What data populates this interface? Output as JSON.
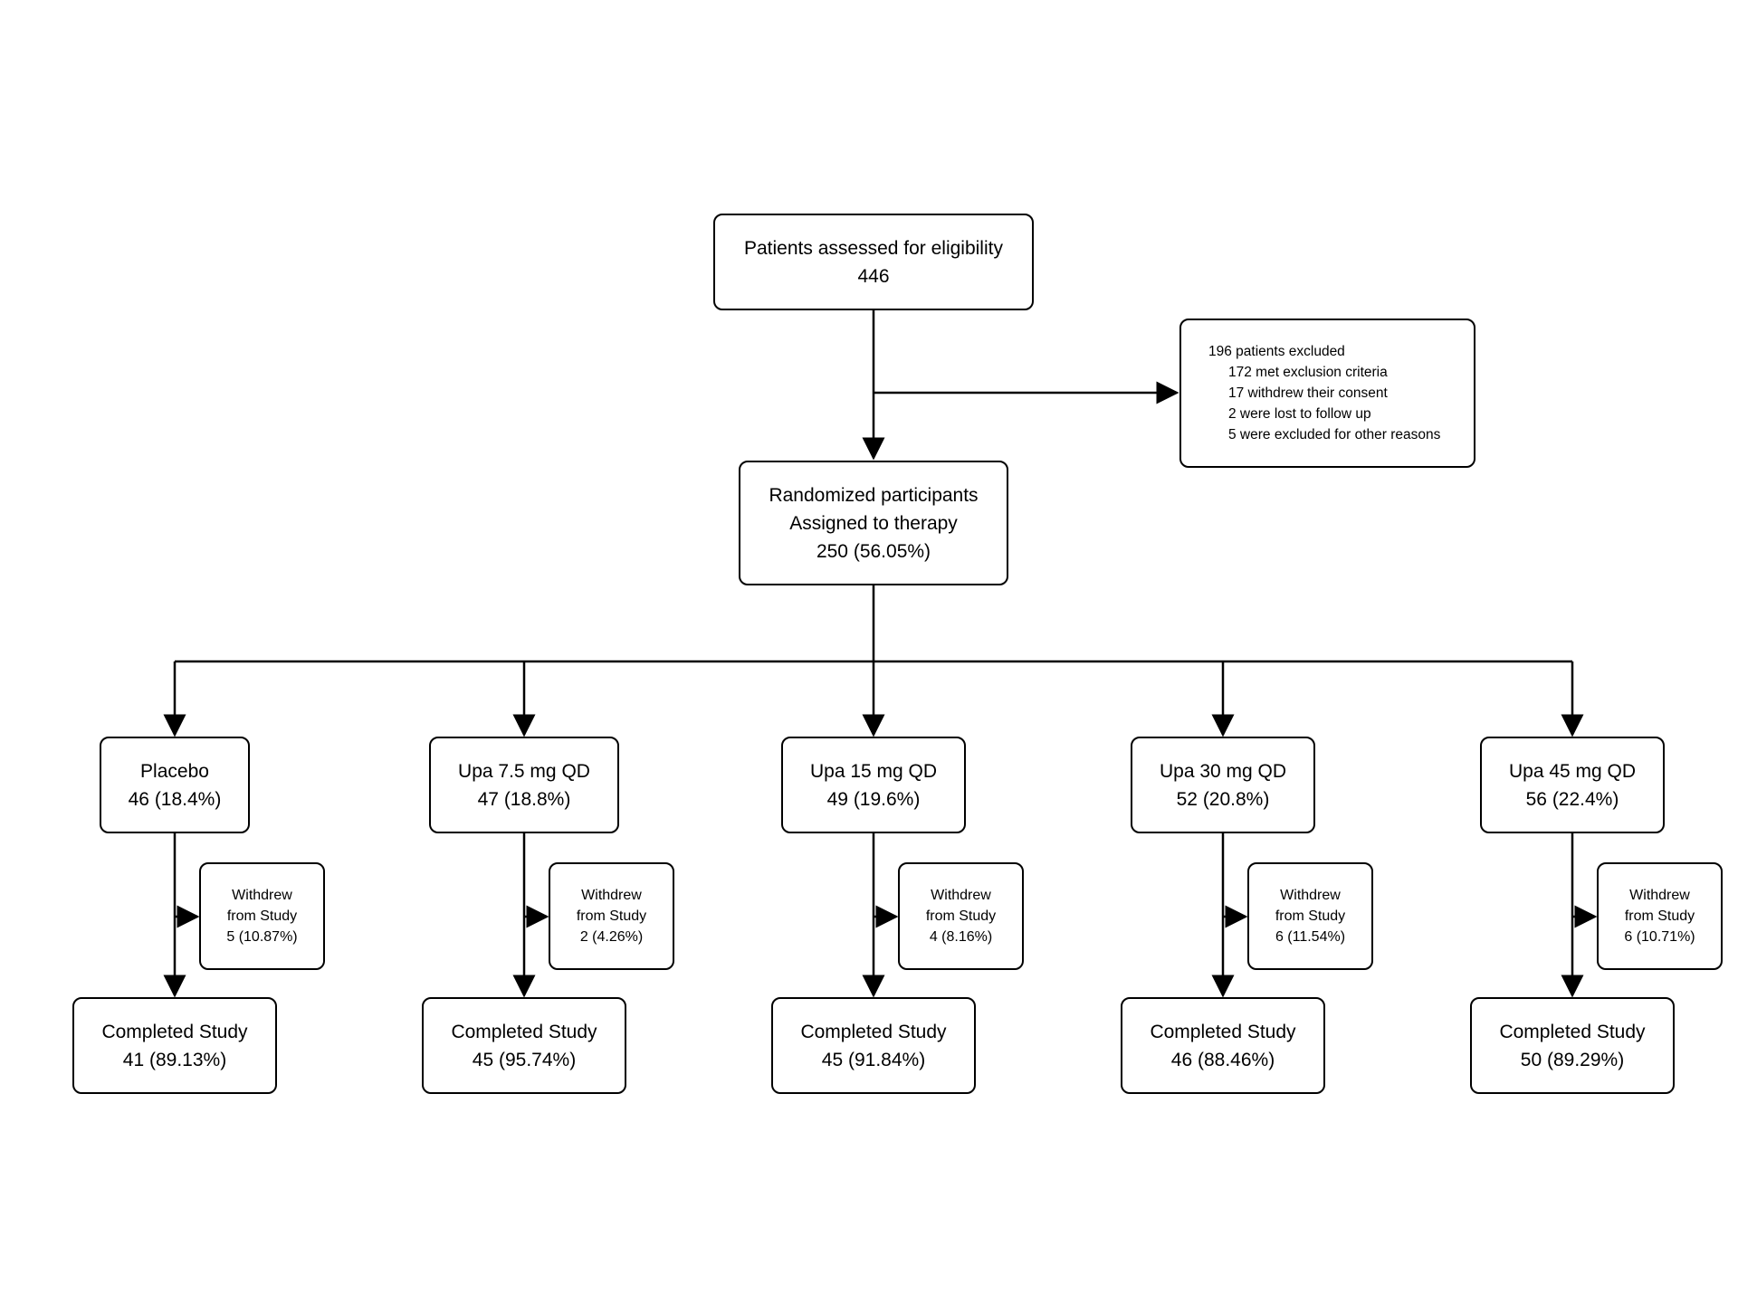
{
  "screening": {
    "line1": "Patients assessed for eligibility",
    "line2": "446"
  },
  "exclusion": {
    "title": "196 patients excluded",
    "reasons": [
      "172 met exclusion criteria",
      "17 withdrew their consent",
      "2 were lost to follow up",
      "5 were excluded for other reasons"
    ]
  },
  "randomized": {
    "line1": "Randomized participants",
    "line2": "Assigned to therapy",
    "line3": "250 (56.05%)"
  },
  "arms": [
    {
      "name": "Placebo",
      "count": "46 (18.4%)",
      "withdrew": {
        "line1": "Withdrew",
        "line2": "from Study",
        "line3": "5 (10.87%)"
      },
      "completed": {
        "line1": "Completed Study",
        "line2": "41 (89.13%)"
      }
    },
    {
      "name": "Upa 7.5 mg QD",
      "count": "47 (18.8%)",
      "withdrew": {
        "line1": "Withdrew",
        "line2": "from Study",
        "line3": "2 (4.26%)"
      },
      "completed": {
        "line1": "Completed Study",
        "line2": "45 (95.74%)"
      }
    },
    {
      "name": "Upa 15 mg QD",
      "count": "49 (19.6%)",
      "withdrew": {
        "line1": "Withdrew",
        "line2": "from Study",
        "line3": "4 (8.16%)"
      },
      "completed": {
        "line1": "Completed Study",
        "line2": "45 (91.84%)"
      }
    },
    {
      "name": "Upa 30 mg QD",
      "count": "52 (20.8%)",
      "withdrew": {
        "line1": "Withdrew",
        "line2": "from Study",
        "line3": "6 (11.54%)"
      },
      "completed": {
        "line1": "Completed Study",
        "line2": "46 (88.46%)"
      }
    },
    {
      "name": "Upa 45 mg QD",
      "count": "56 (22.4%)",
      "withdrew": {
        "line1": "Withdrew",
        "line2": "from Study",
        "line3": "6 (10.71%)"
      },
      "completed": {
        "line1": "Completed Study",
        "line2": "50 (89.29%)"
      }
    }
  ]
}
